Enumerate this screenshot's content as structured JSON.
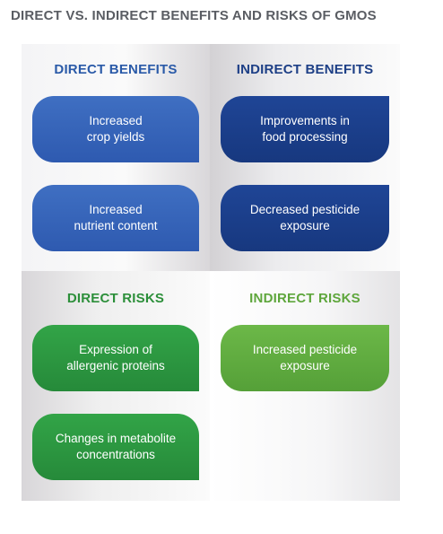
{
  "title": "DIRECT VS. INDIRECT BENEFITS AND RISKS OF GMOS",
  "quadrants": {
    "direct_benefits": {
      "heading": "DIRECT BENEFITS",
      "items": [
        "Increased\ncrop yields",
        "Increased\nnutrient content"
      ]
    },
    "indirect_benefits": {
      "heading": "INDIRECT BENEFITS",
      "items": [
        "Improvements in\nfood processing",
        "Decreased pesticide\nexposure"
      ]
    },
    "direct_risks": {
      "heading": "DIRECT RISKS",
      "items": [
        "Expression of\nallergenic proteins",
        "Changes in metabolite\nconcentrations"
      ]
    },
    "indirect_risks": {
      "heading": "INDIRECT RISKS",
      "items": [
        "Increased pesticide\nexposure"
      ]
    }
  },
  "colors": {
    "direct_benefits": "#2e5ab0",
    "indirect_benefits": "#17387f",
    "direct_risks": "#268a3a",
    "indirect_risks": "#55a038"
  }
}
